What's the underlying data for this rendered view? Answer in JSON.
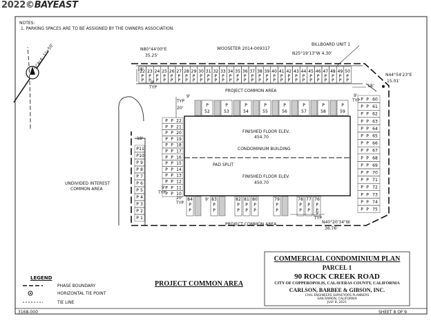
{
  "watermark": {
    "year": "2022©",
    "brand": "BAYEAST"
  },
  "notes": {
    "heading": "NOTES:",
    "text": "1.   PARKING SPACES ARE TO BE ASSIGNED BY THE OWNERS ASSOCIATION."
  },
  "north": {
    "letter": "N",
    "scale": "SCALE: 1\"=50'"
  },
  "bearings": {
    "top_left": "N80°44'00\"E",
    "top_left_dist": "35.25'",
    "wooseter": "WOOSETER 2014-009317",
    "billboard": "BILLBOARD UNIT 1",
    "billboard_bearing": "N25°19'13\"W 4.30'",
    "right_top": "N44°54'23\"E",
    "right_top_dist": "15.01'",
    "bottom_right": "N40°20'34\"W",
    "bottom_right_dist": "36.76'"
  },
  "areas": {
    "common_top": "PROJECT COMMON AREA",
    "common_bottom": "PROJECT COMMON AREA",
    "undivided_1": "UNDIVIDED INTEREST",
    "undivided_2": "COMMON AREA",
    "ffe_top_1": "FINISHED FLOOR ELEV.",
    "ffe_top_2": "454.70",
    "building": "CONDOMINIUM BUILDING",
    "pad_split": "PAD SPLIT",
    "ffe_bottom_1": "FINISHED FLOOR ELEV.",
    "ffe_bottom_2": "450.70"
  },
  "dims": {
    "d18_top": "18'",
    "d9_top": "9'",
    "typ_top": "TYP",
    "d9_bldg": "9'",
    "typ_bldg": "TYP",
    "d20_bldg": "20'",
    "d18_left": "18'",
    "d9_left": "9'",
    "typ_left": "TYP",
    "d20_lower": "20'",
    "typ_lower": "TYP",
    "d9_lower": "9'",
    "d18_right": "18'",
    "d9_right": "9'",
    "typ_right": "TYP",
    "d9_bottom": "9'",
    "typ_bottom": "TYP"
  },
  "stall_p": "P",
  "top_row_numbers": [
    "22",
    "23",
    "24",
    "25",
    "26",
    "27",
    "28",
    "29",
    "30",
    "31",
    "32",
    "33",
    "34",
    "35",
    "36",
    "37",
    "38",
    "39",
    "40",
    "41",
    "42",
    "43",
    "44",
    "45",
    "46",
    "47",
    "48",
    "49",
    "50"
  ],
  "bldg_top_labels": [
    "52",
    "53",
    "54",
    "55",
    "56",
    "57",
    "58",
    "59"
  ],
  "bldg_left_numbers": [
    "22",
    "21",
    "20",
    "19",
    "18",
    "17",
    "16",
    "15",
    "14",
    "13",
    "12",
    "11",
    "10"
  ],
  "left_island_numbers": [
    "11",
    "10",
    "9",
    "8",
    "7",
    "6",
    "5",
    "4",
    "3",
    "2",
    "1"
  ],
  "right_col_numbers": [
    "60",
    "61",
    "62",
    "63",
    "64",
    "65",
    "66",
    "67",
    "68",
    "69",
    "70",
    "71",
    "72",
    "73",
    "74",
    "75"
  ],
  "bottom_row_labels": [
    "84",
    "83",
    "82",
    "81",
    "80",
    "79",
    "78",
    "77",
    "76"
  ],
  "legend": {
    "title": "LEGEND",
    "phase": "PHASE BOUNDARY",
    "tie_point": "HORIZONTAL TIE POINT",
    "tie_line": "TIE LINE"
  },
  "project_common_area": "PROJECT COMMON AREA",
  "title_block": {
    "line1": "COMMERCIAL CONDOMINIUM PLAN",
    "line2": "PARCEL 1",
    "line3": "90 ROCK CREEK ROAD",
    "line4": "CITY OF COPPEROPOLIS, CALAVERAS COUNTY, CALIFORNIA",
    "line5": "CARLSON, BARBEE & GIBSON, INC.",
    "line6": "CIVIL ENGINEERS  SURVEYORS  PLANNERS",
    "line7": "SAN RAMON, CALIFORNIA",
    "line8": "JULY 8, 2021"
  },
  "footer": {
    "left": "3168-000",
    "right": "SHEET 8 OF 9"
  }
}
